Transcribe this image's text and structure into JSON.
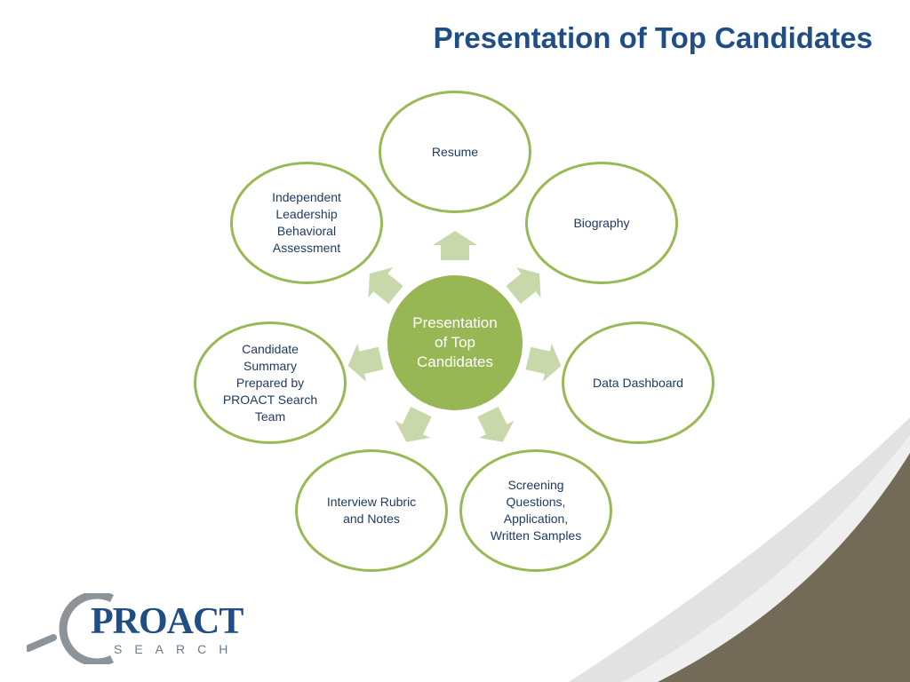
{
  "title": "Presentation of Top Candidates",
  "center": {
    "label": "Presentation\nof Top\nCandidates"
  },
  "nodes": [
    {
      "id": "resume",
      "label": "Resume"
    },
    {
      "id": "biography",
      "label": "Biography"
    },
    {
      "id": "data-dashboard",
      "label": "Data Dashboard"
    },
    {
      "id": "screening",
      "label": "Screening\nQuestions,\nApplication,\nWritten Samples"
    },
    {
      "id": "interview",
      "label": "Interview Rubric\nand Notes"
    },
    {
      "id": "candidate-summary",
      "label": "Candidate\nSummary\nPrepared by\nPROACT Search\nTeam"
    },
    {
      "id": "leadership",
      "label": "Independent\nLeadership\nBehavioral\nAssessment"
    }
  ],
  "logo": {
    "name": "PROACT",
    "sub": "SEARCH"
  },
  "colors": {
    "title": "#1f4e86",
    "accent": "#98b954",
    "center": "#97b755",
    "arrow": "#c9d8ab",
    "swoosh": "#736b58"
  }
}
